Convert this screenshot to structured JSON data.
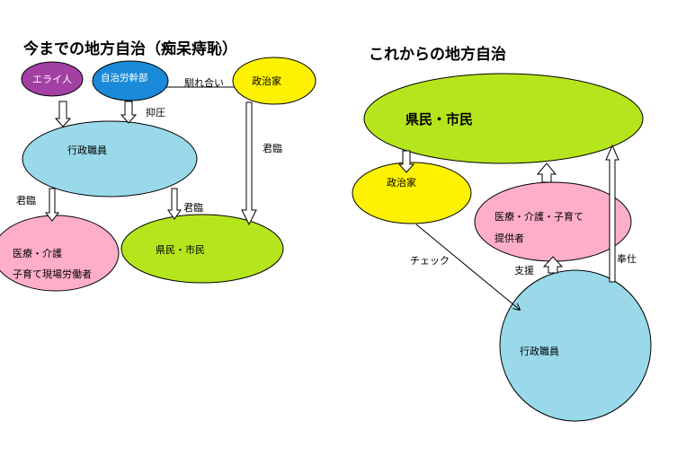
{
  "titles": {
    "left": "今までの地方自治（痴呆痔恥）",
    "right": "これからの地方自治"
  },
  "left_nodes": {
    "elite": "エライ人",
    "union": "自治労幹部",
    "politician": "政治家",
    "admin": "行政職員",
    "medical_line1": "医療・介護",
    "medical_line2": "子育て現場労働者",
    "citizens": "県民・市民"
  },
  "left_edges": {
    "collusion": "馴れ合い",
    "pressure": "抑圧",
    "rule_politician": "君臨",
    "rule_admin_medical": "君臨",
    "rule_admin_citizens": "君臨"
  },
  "right_nodes": {
    "citizens": "県民・市民",
    "politician": "政治家",
    "medical_line1": "医療・介護・子育て",
    "medical_line2": "提供者",
    "admin": "行政職員"
  },
  "right_edges": {
    "check": "チェック",
    "support": "支援",
    "service": "奉仕"
  },
  "colors": {
    "purple": "#a340a3",
    "blue": "#1a8ad8",
    "yellow": "#fff200",
    "lightblue": "#99d9ea",
    "pink": "#ffaec9",
    "green": "#b5e61d",
    "outline": "#000000"
  }
}
